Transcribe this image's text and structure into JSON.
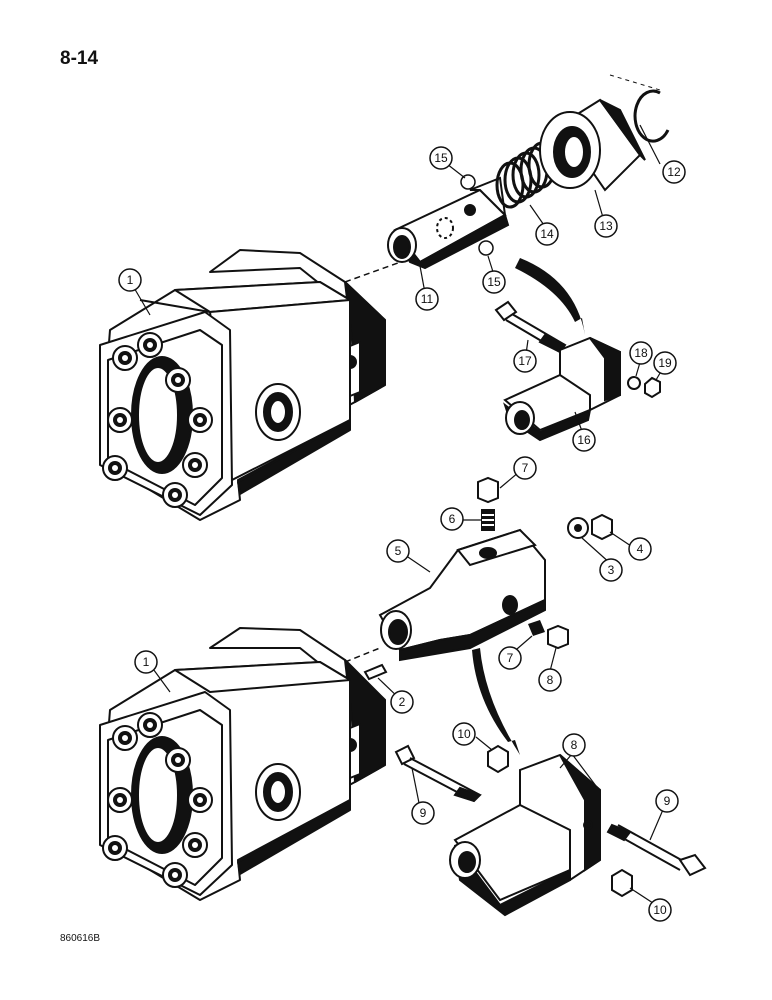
{
  "page": {
    "number": "8-14",
    "drawing_code": "860616B"
  },
  "callouts": [
    {
      "id": "c12a",
      "text": "12"
    },
    {
      "id": "c13a",
      "text": "13"
    },
    {
      "id": "c14a",
      "text": "14"
    },
    {
      "id": "c15a",
      "text": "15"
    },
    {
      "id": "c15b",
      "text": "15"
    },
    {
      "id": "c11a",
      "text": "11"
    },
    {
      "id": "c1a",
      "text": "1"
    },
    {
      "id": "c17a",
      "text": "17"
    },
    {
      "id": "c18a",
      "text": "18"
    },
    {
      "id": "c19a",
      "text": "19"
    },
    {
      "id": "c16a",
      "text": "16"
    },
    {
      "id": "c7a",
      "text": "7"
    },
    {
      "id": "c6a",
      "text": "6"
    },
    {
      "id": "c5a",
      "text": "5"
    },
    {
      "id": "c4a",
      "text": "4"
    },
    {
      "id": "c3a",
      "text": "3"
    },
    {
      "id": "c1b",
      "text": "1"
    },
    {
      "id": "c7b",
      "text": "7"
    },
    {
      "id": "c8a",
      "text": "8"
    },
    {
      "id": "c2a",
      "text": "2"
    },
    {
      "id": "c10a",
      "text": "10"
    },
    {
      "id": "c8b",
      "text": "8"
    },
    {
      "id": "c9a",
      "text": "9"
    },
    {
      "id": "c9b",
      "text": "9"
    },
    {
      "id": "c10b",
      "text": "10"
    }
  ],
  "colors": {
    "ink": "#111111",
    "paper": "#ffffff",
    "shade": "#bbbbbb"
  }
}
